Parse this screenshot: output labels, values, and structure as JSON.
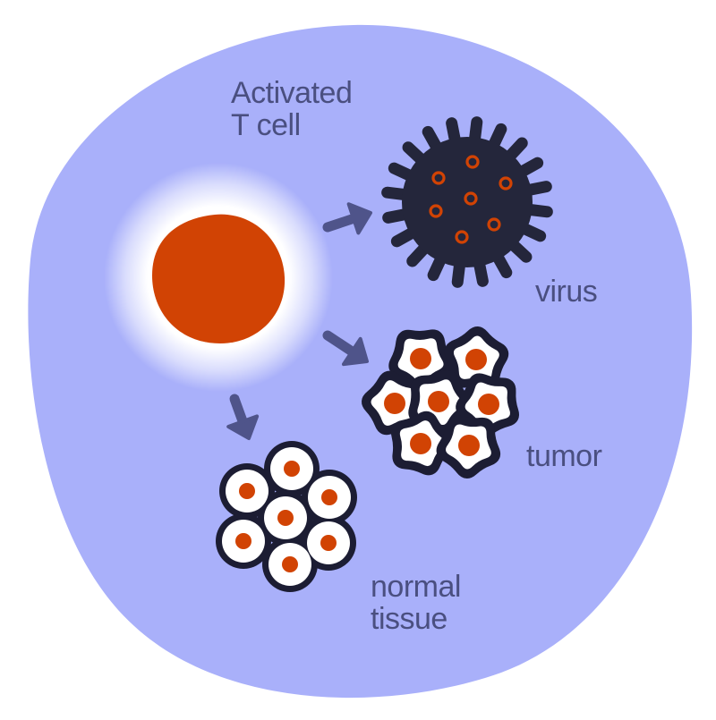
{
  "labels": {
    "t_cell": [
      "Activated",
      "T cell"
    ],
    "virus": "virus",
    "tumor": "tumor",
    "normal_tissue": [
      "normal",
      "tissue"
    ]
  },
  "colors": {
    "background": "#a9b0fa",
    "text": "#4a4f80",
    "arrow": "#4f548a",
    "t_cell": "#d14304",
    "t_cell_glow": "#ffffff",
    "virus_body": "#24263b",
    "virus_spot": "#d14304",
    "cell_outline": "#1c1d33",
    "cell_fill": "#ffffff",
    "nucleus": "#d14304"
  },
  "icons": {
    "t_cell": "activated-t-cell-icon",
    "virus": "virus-icon",
    "tumor": "tumor-cell-cluster-icon",
    "normal_tissue": "normal-tissue-cell-cluster-icon",
    "arrow": "arrow-icon"
  }
}
